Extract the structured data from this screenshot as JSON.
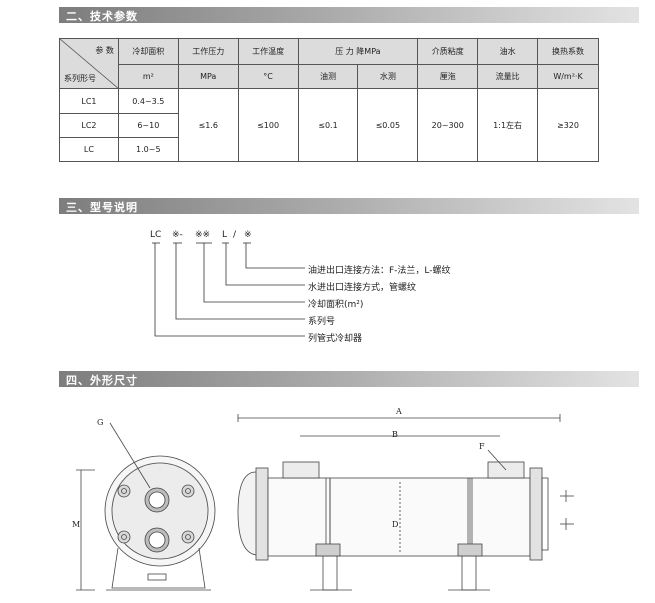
{
  "sections": {
    "tech": "二、技术参数",
    "model": "三、型号说明",
    "dims": "四、外形尺寸"
  },
  "table": {
    "corner_top": "参  数",
    "corner_bottom": "系列形号",
    "h_area": "冷却面积",
    "h_area_unit": "m²",
    "h_pressure": "工作压力",
    "h_pressure_unit": "MPa",
    "h_temp": "工作温度",
    "h_temp_unit": "°C",
    "h_drop": "压 力 降MPa",
    "h_drop_oil": "油测",
    "h_drop_water": "水测",
    "h_visc": "介质粘度",
    "h_visc_unit": "厘沲",
    "h_flow": "油水",
    "h_flow_unit": "流量比",
    "h_coef": "换热系数",
    "h_coef_unit": "W/m²·K",
    "rows": [
      {
        "model": "LC1",
        "area": "0.4~3.5"
      },
      {
        "model": "LC2",
        "area": "6~10"
      },
      {
        "model": "LC",
        "area": "1.0~5"
      }
    ],
    "pressure": "≤1.6",
    "temp": "≤100",
    "drop_oil": "≤0.1",
    "drop_water": "≤0.05",
    "visc": "20~300",
    "flow": "1:1左右",
    "coef": "≥320"
  },
  "model_code": {
    "p1": "LC",
    "p2": "※-",
    "p3": "※※",
    "p4": "L",
    "p5": "/",
    "p6": "※"
  },
  "model_desc": [
    "油进出口连接方法：F-法兰，L-螺纹",
    "水进出口连接方式，管螺纹",
    "冷却面积(m²)",
    "系列号",
    "列管式冷却器"
  ],
  "drawing": {
    "label_g": "G",
    "label_m": "M",
    "label_a": "A",
    "label_b": "B",
    "label_f": "F",
    "label_d": "D"
  }
}
